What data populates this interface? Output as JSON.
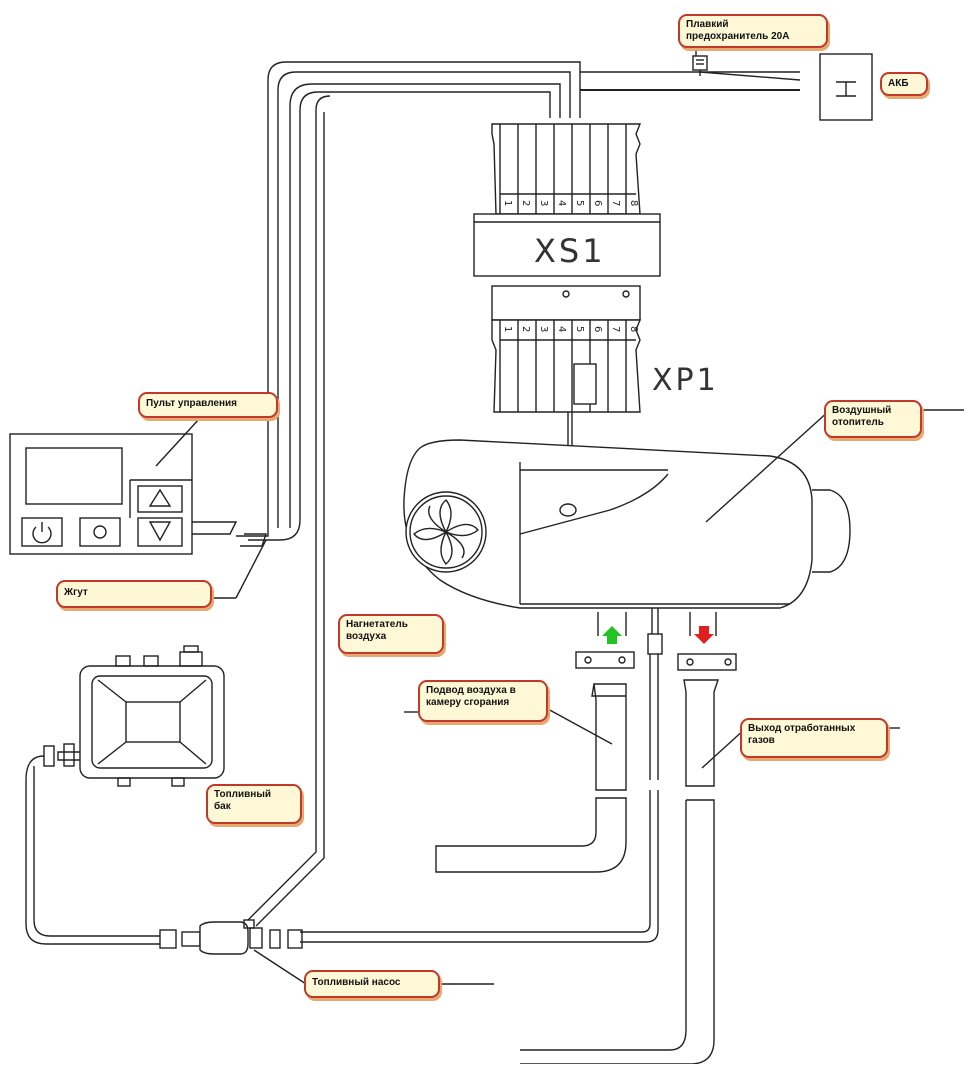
{
  "diagram": {
    "labels": {
      "fuse": "Плавкий\nпредохранитель 20А",
      "battery": "АКБ",
      "control_panel": "Пульт управления",
      "harness": "Жгут",
      "air_heater": "Воздушный\nотопитель",
      "air_blower": "Нагнетатель\nвоздуха",
      "air_intake": "Подвод воздуха в\nкамеру сгорания",
      "exhaust": "Выход отработанных\nгазов",
      "fuel_tank": "Топливный\nбак",
      "fuel_pump": "Топливный насос"
    },
    "connectors": {
      "xs1": "XS1",
      "xp1": "XP1",
      "pins": [
        "1",
        "2",
        "3",
        "4",
        "5",
        "6",
        "7",
        "8"
      ]
    },
    "colors": {
      "label_border": "#c0392b",
      "label_fill": "#fff8d6",
      "intake_arrow": "#22c322",
      "exhaust_arrow": "#e02020"
    }
  }
}
